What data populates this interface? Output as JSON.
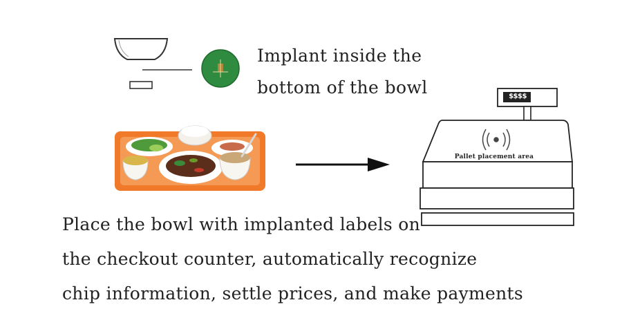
{
  "top_caption": {
    "line1": "Implant inside the",
    "line2": "bottom of the bowl"
  },
  "counter": {
    "price_display": "$$$$",
    "pallet_area_label": "Pallet placement area",
    "rfid_icon": "rfid-wave-icon"
  },
  "bottom_caption": {
    "line1": "Place the bowl with implanted labels on",
    "line2": "the checkout counter, automatically recognize",
    "line3": "chip information, settle prices, and make payments"
  },
  "colors": {
    "chip_green": "#2e8b3f",
    "tray_orange": "#f07a2a",
    "line": "#222222"
  }
}
